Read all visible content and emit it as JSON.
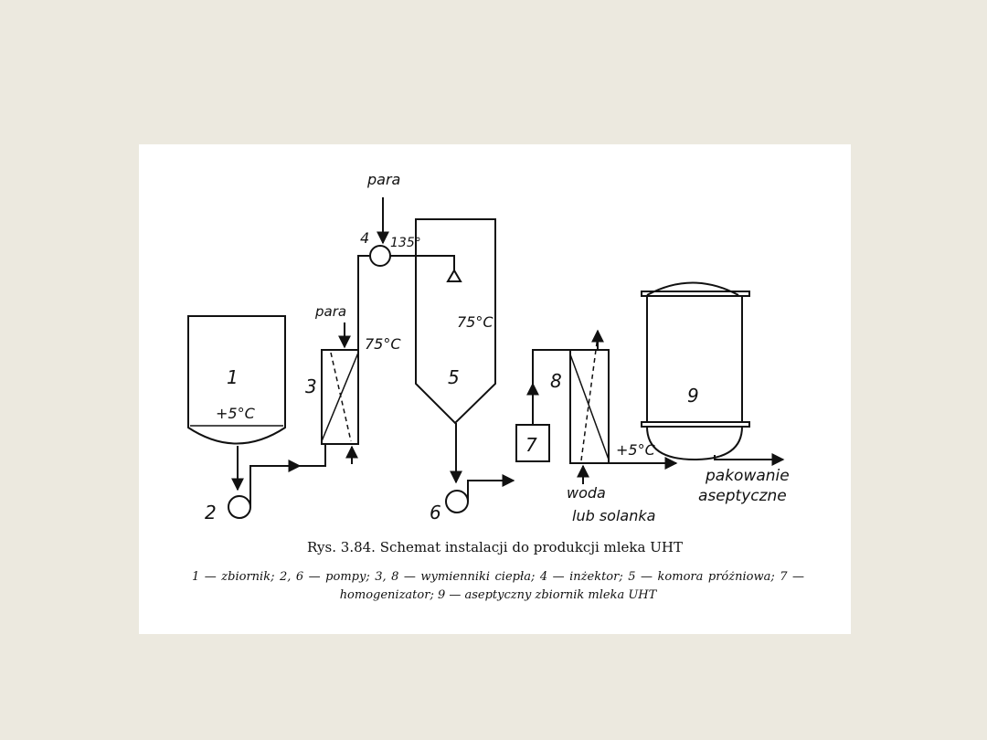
{
  "diagram": {
    "labels": {
      "n1": "1",
      "n2": "2",
      "n3": "3",
      "n4": "4",
      "n5": "5",
      "n6": "6",
      "n7": "7",
      "n8": "8",
      "n9": "9",
      "para_top": "para",
      "para_left": "para",
      "temp_135": "135°",
      "temp_75_left": "75°C",
      "temp_75_chamber": "75°C",
      "temp_5_tank": "+5°C",
      "temp_5_out": "+5°C",
      "woda": "woda",
      "lub_solanka": "lub solanka",
      "pakowanie": "pakowanie",
      "aseptyczne": "aseptyczne"
    }
  },
  "caption": {
    "title": "Rys. 3.84. Schemat instalacji do produkcji mleka UHT",
    "legend": "1 — zbiornik; 2, 6 — pompy; 3, 8 — wymienniki ciepła; 4 — inżektor; 5 — komora próżniowa; 7 — homogenizator; 9 — aseptyczny zbiornik mleka UHT"
  }
}
